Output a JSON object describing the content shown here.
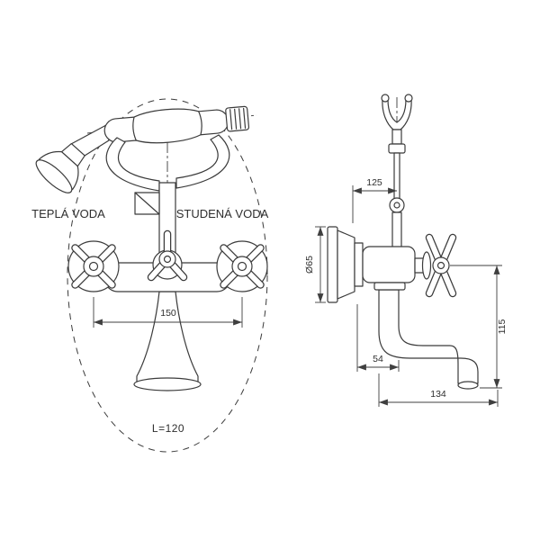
{
  "page": {
    "background": "#ffffff"
  },
  "drawing": {
    "kind": "faucet-technical-drawing",
    "line_color": "#3b3b3b",
    "labels": {
      "hot_water": "TEPLÁ VODA",
      "cold_water": "STUDENÁ VODA",
      "hose_length": "L=120"
    },
    "dimensions": {
      "handle_spacing": "150",
      "top_offset": "125",
      "flange_diameter": "Ø65",
      "height": "115",
      "wall_to_spout": "54",
      "spout_reach": "134"
    }
  }
}
